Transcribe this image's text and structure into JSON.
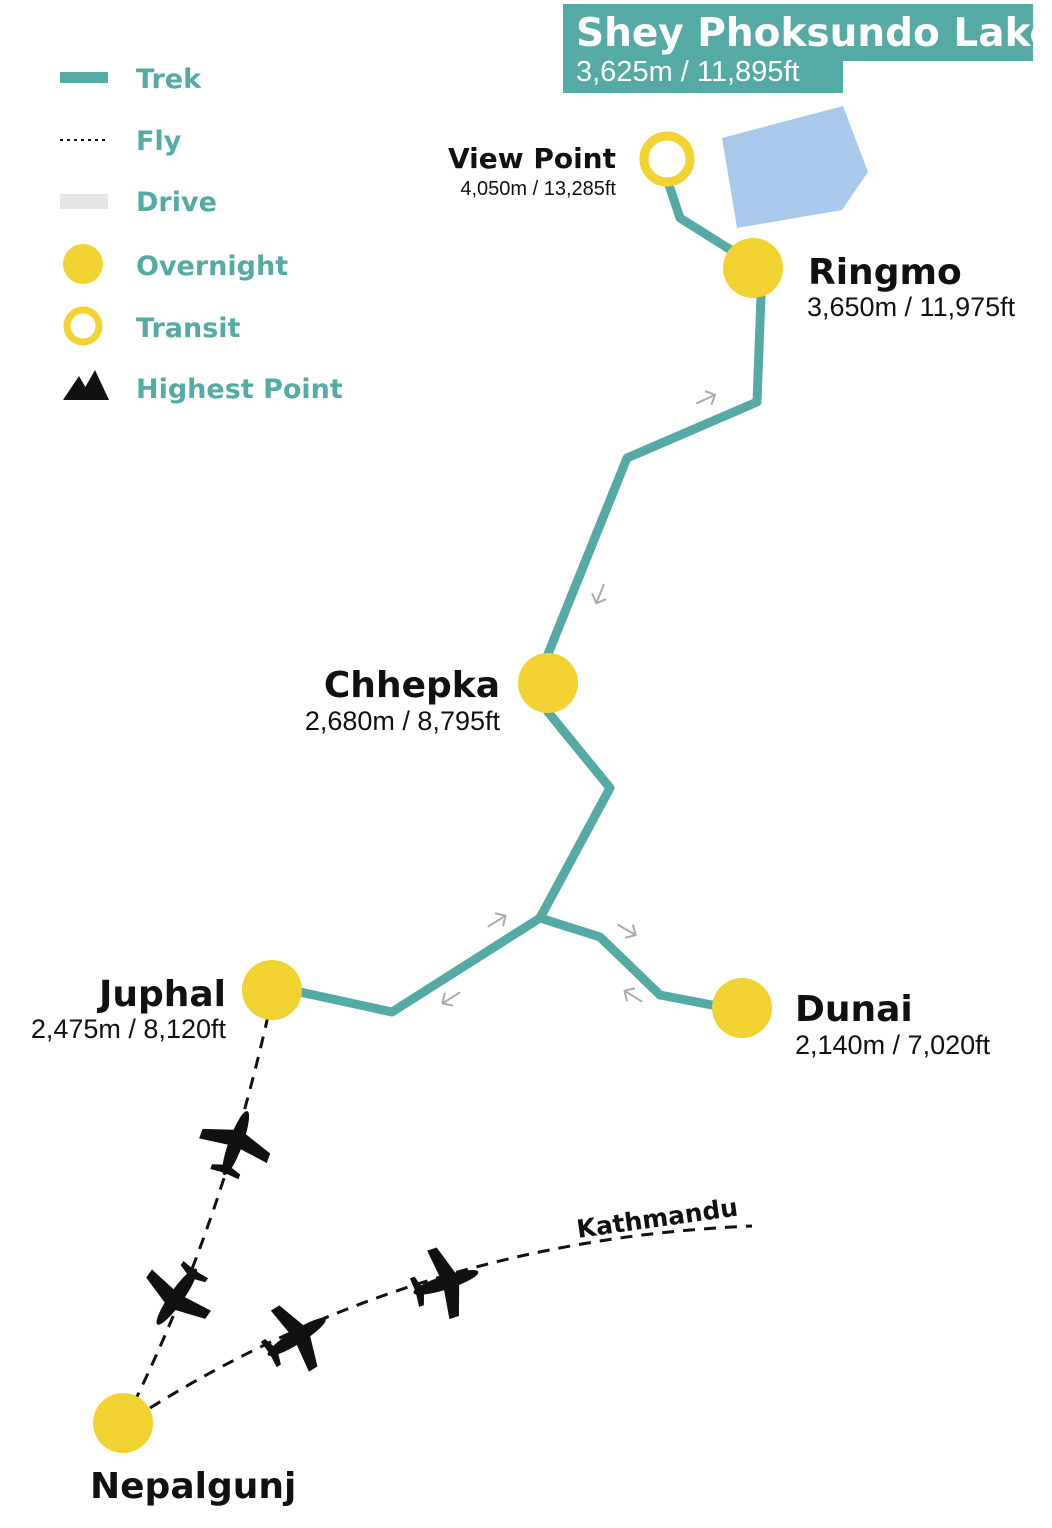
{
  "colors": {
    "trek": "#55aaa5",
    "overnight": "#f2d230",
    "drive": "#e6e6e6",
    "lake": "#a8c8ec",
    "arrow": "#aaaaaa",
    "text": "#111111"
  },
  "legend": {
    "trek": "Trek",
    "fly": "Fly",
    "drive": "Drive",
    "overnight": "Overnight",
    "transit": "Transit",
    "highest_point": "Highest Point"
  },
  "title": {
    "name": "Shey Phoksundo Lake",
    "elevation": "3,625m / 11,895ft"
  },
  "places": {
    "view_point": {
      "name": "View Point",
      "elevation": "4,050m / 13,285ft",
      "type": "transit"
    },
    "ringmo": {
      "name": "Ringmo",
      "elevation": "3,650m / 11,975ft",
      "type": "overnight"
    },
    "chhepka": {
      "name": "Chhepka",
      "elevation": "2,680m / 8,795ft",
      "type": "overnight"
    },
    "juphal": {
      "name": "Juphal",
      "elevation": "2,475m / 8,120ft",
      "type": "overnight"
    },
    "dunai": {
      "name": "Dunai",
      "elevation": "2,140m / 7,020ft",
      "type": "overnight"
    },
    "nepalgunj": {
      "name": "Nepalgunj",
      "type": "overnight"
    }
  },
  "flight_label": "Kathmandu",
  "icons": {
    "highest_point": "mountain-icon",
    "flight": "airplane-icon",
    "direction": "arrow-icon"
  }
}
